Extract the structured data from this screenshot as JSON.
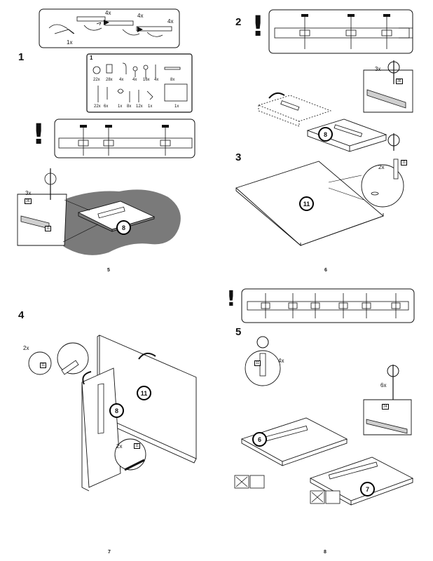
{
  "pages": [
    {
      "number": "5",
      "steps": [
        "1"
      ],
      "part_labels": [
        "8"
      ],
      "counts": {
        "c_4x_a": "4x",
        "c_4x_b": "4x",
        "c_4x_c": "4x",
        "c_1x": "1x",
        "c_3x": "3x"
      },
      "small_tags": [
        "36",
        "11"
      ],
      "parts_table": {
        "step_label": "1",
        "counts_row1": [
          "22x",
          "28x",
          "4x",
          "4x",
          "16x",
          "4x",
          "8x"
        ],
        "counts_row2": [
          "22x",
          "6x",
          "1x",
          "8x",
          "12x",
          "1x",
          "1x"
        ]
      }
    },
    {
      "number": "6",
      "steps": [
        "2",
        "3"
      ],
      "part_labels": [
        "8",
        "11"
      ],
      "counts": {
        "c_3x": "3x",
        "c_2x": "2x"
      },
      "small_tags": [
        "36",
        "11"
      ]
    },
    {
      "number": "7",
      "steps": [
        "4"
      ],
      "part_labels": [
        "11",
        "8"
      ],
      "counts": {
        "c_2x_a": "2x",
        "c_2x_b": "2x"
      },
      "small_tags": [
        "11",
        "11"
      ]
    },
    {
      "number": "8",
      "steps": [
        "5"
      ],
      "part_labels": [
        "6",
        "7"
      ],
      "counts": {
        "c_4x": "4x",
        "c_6x": "6x"
      },
      "small_tags": [
        "11",
        "24"
      ]
    }
  ],
  "warning_mark": "!",
  "colors": {
    "ink": "#111111",
    "floor": "#7a7a7a",
    "paper": "#ffffff"
  }
}
